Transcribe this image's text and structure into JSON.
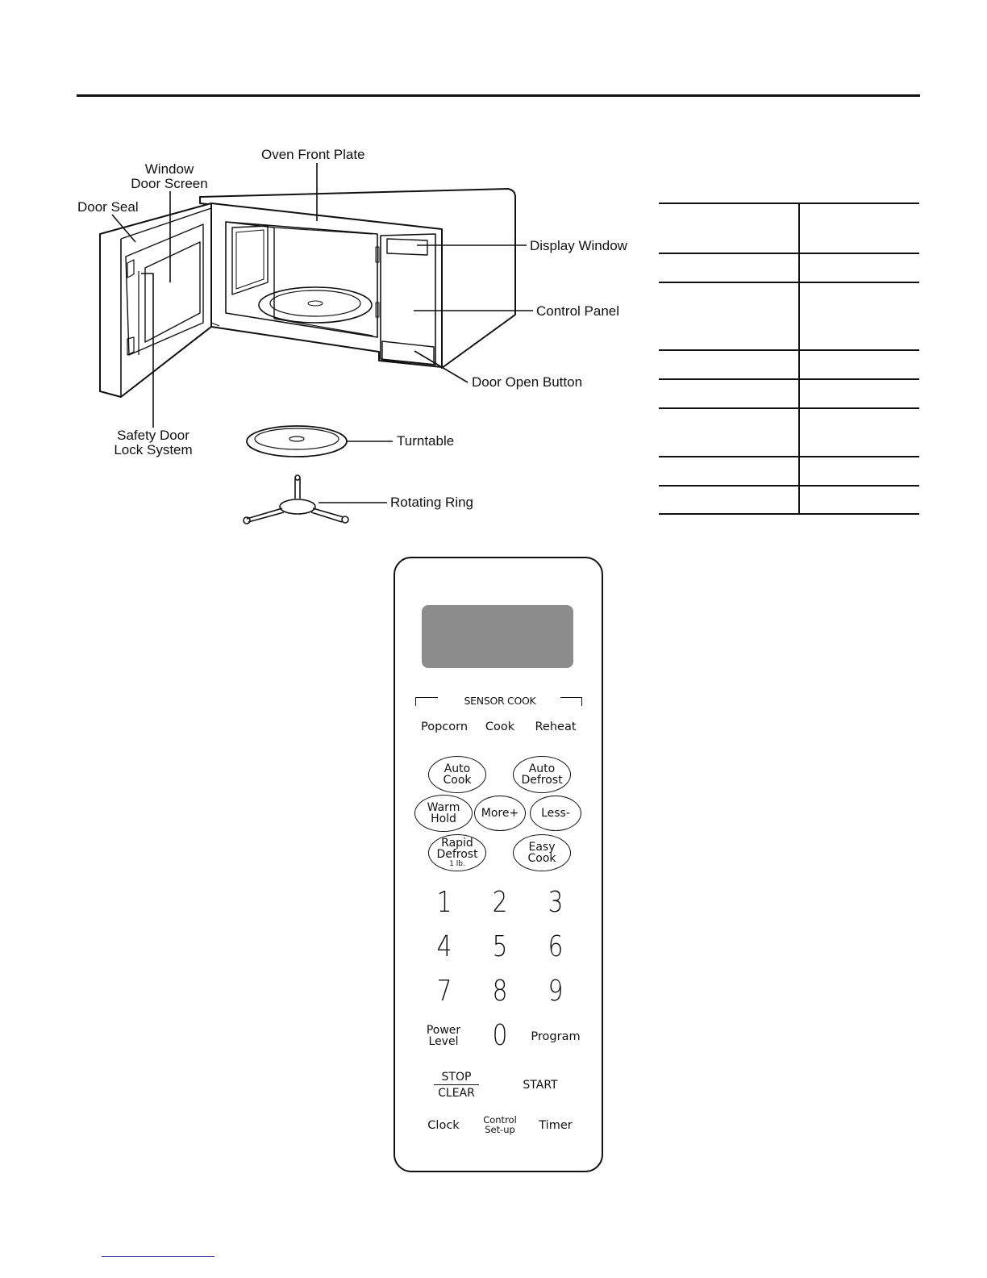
{
  "diagram": {
    "labels": {
      "oven_front_plate": "Oven Front Plate",
      "window_door_screen_line1": "Window",
      "window_door_screen_line2": "Door Screen",
      "door_seal": "Door Seal",
      "display_window": "Display Window",
      "control_panel": "Control Panel",
      "door_open_button": "Door Open Button",
      "safety_door_lock_line1": "Safety Door",
      "safety_door_lock_line2": "Lock System",
      "turntable": "Turntable",
      "rotating_ring": "Rotating Ring"
    }
  },
  "control_panel": {
    "sensor_cook_title": "SENSOR COOK",
    "sensor_buttons": [
      "Popcorn",
      "Cook",
      "Reheat"
    ],
    "auto_cook": [
      "Auto",
      "Cook"
    ],
    "auto_defrost": [
      "Auto",
      "Defrost"
    ],
    "warm_hold": [
      "Warm",
      "Hold"
    ],
    "more": "More+",
    "less": "Less-",
    "rapid_defrost": [
      "Rapid",
      "Defrost",
      "1 lb."
    ],
    "easy_cook": [
      "Easy",
      "Cook"
    ],
    "digits": [
      "1",
      "2",
      "3",
      "4",
      "5",
      "6",
      "7",
      "8",
      "9",
      "0"
    ],
    "power_level": [
      "Power",
      "Level"
    ],
    "program": "Program",
    "stop_clear": [
      "STOP",
      "CLEAR"
    ],
    "start": "START",
    "clock": "Clock",
    "control_setup": [
      "Control",
      "Set-up"
    ],
    "timer": "Timer"
  }
}
